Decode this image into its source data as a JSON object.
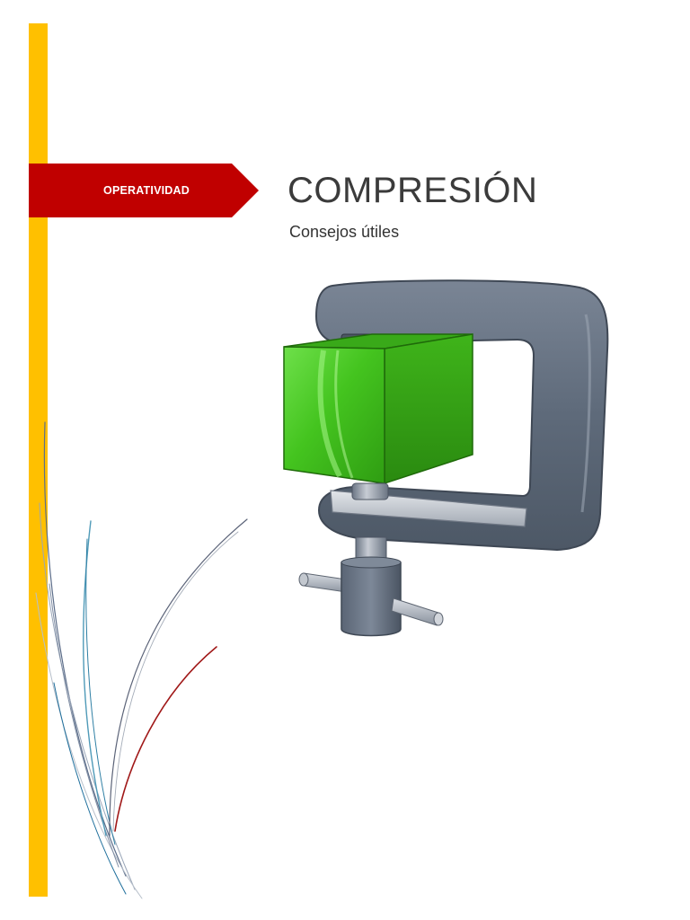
{
  "cover": {
    "category": "OPERATIVIDAD",
    "title": "COMPRESIÓN",
    "subtitle": "Consejos útiles"
  },
  "colors": {
    "accent_bar": "#FFC000",
    "banner": "#C00000",
    "title_text": "#3b3b3b",
    "cube_green": "#3DBE1E"
  },
  "illustration": {
    "icon": "clamp-compressing-cube-icon"
  }
}
